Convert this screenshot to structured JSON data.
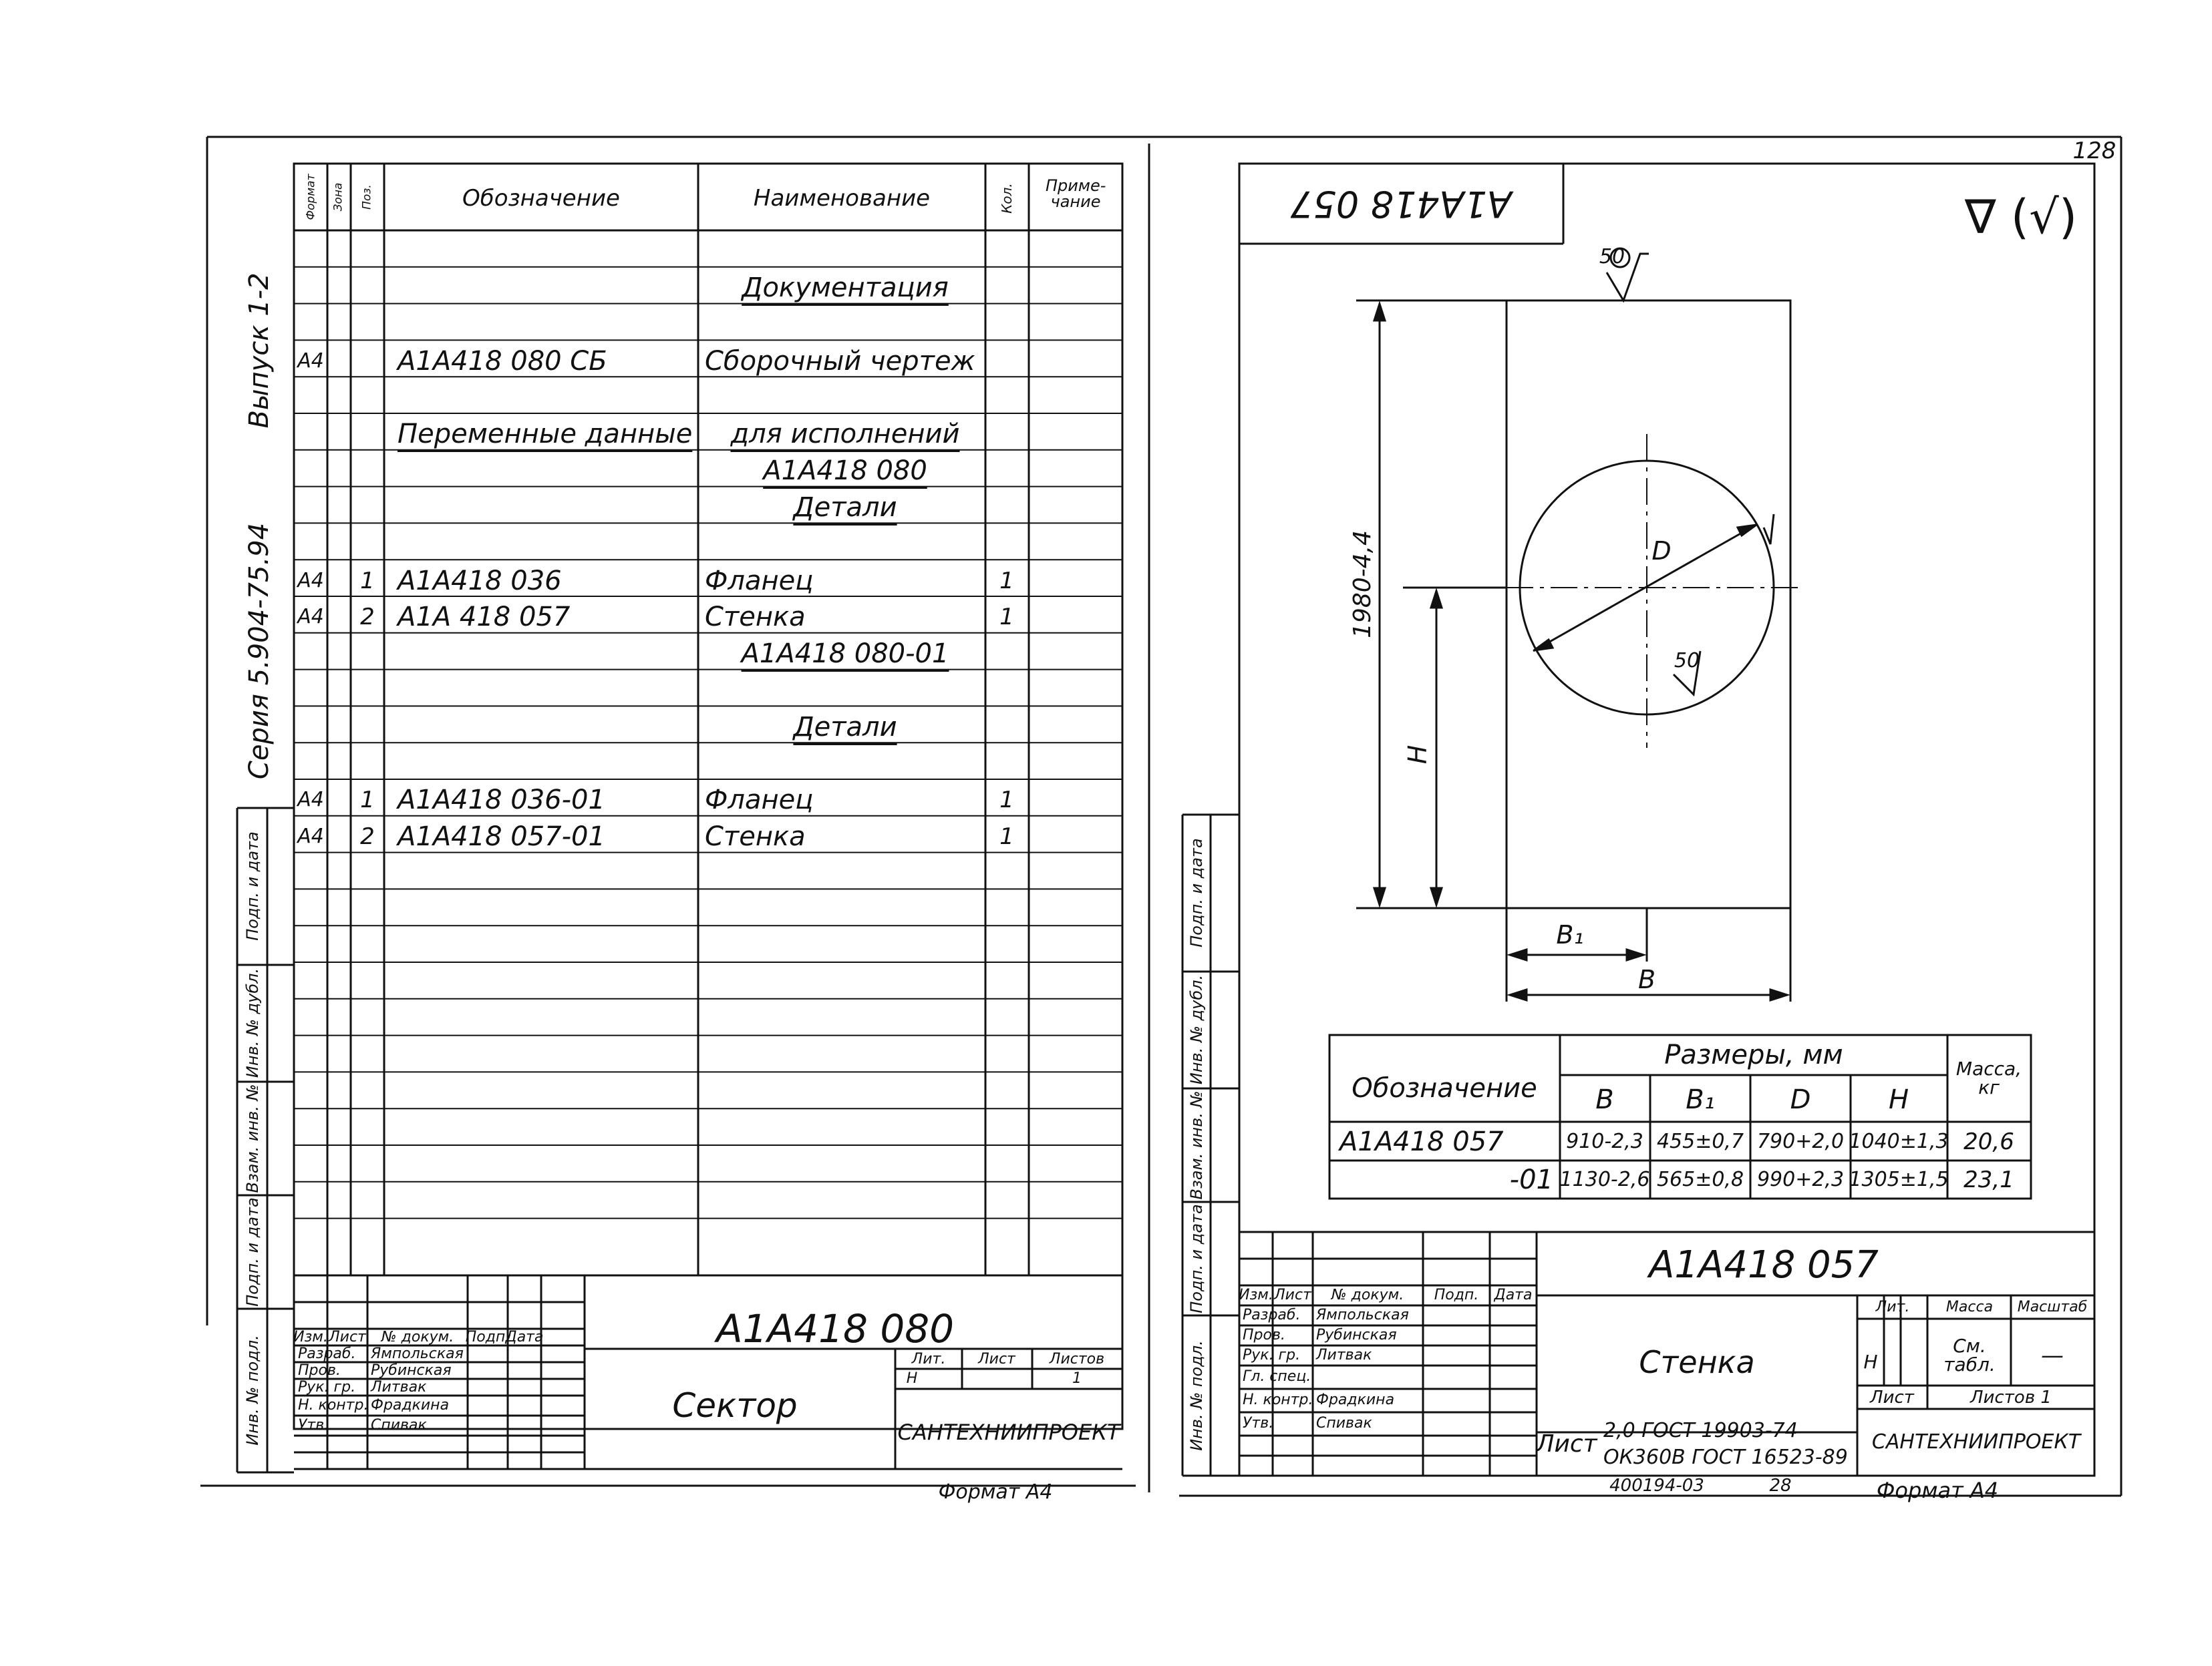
{
  "page_number": "128",
  "left_sheet": {
    "series": "Серия 5.904-75.94",
    "issue": "Выпуск 1-2",
    "spec_headers": {
      "format": "Формат",
      "zone": "Зона",
      "pos": "Поз.",
      "designation": "Обозначение",
      "name": "Наименование",
      "qty": "Кол.",
      "note": "Приме- чание"
    },
    "rows": [
      {
        "format": "",
        "pos": "",
        "designation": "",
        "name": "Документация",
        "qty": "",
        "underline": true
      },
      {
        "format": "А4",
        "pos": "",
        "designation": "А1А418 080 СБ",
        "name": "Сборочный чертеж",
        "qty": ""
      },
      {
        "format": "",
        "pos": "",
        "designation": "Переменные данные",
        "name": "для исполнений",
        "qty": "",
        "underline": true
      },
      {
        "format": "",
        "pos": "",
        "designation": "",
        "name": "А1А418 080",
        "qty": "",
        "underline": true
      },
      {
        "format": "",
        "pos": "",
        "designation": "",
        "name": "Детали",
        "qty": "",
        "underline": true
      },
      {
        "format": "А4",
        "pos": "1",
        "designation": "А1А418 036",
        "name": "Фланец",
        "qty": "1"
      },
      {
        "format": "А4",
        "pos": "2",
        "designation": "А1А 418 057",
        "name": "Стенка",
        "qty": "1"
      },
      {
        "format": "",
        "pos": "",
        "designation": "",
        "name": "А1А418 080-01",
        "qty": "",
        "underline": true
      },
      {
        "format": "",
        "pos": "",
        "designation": "",
        "name": "Детали",
        "qty": "",
        "underline": true
      },
      {
        "format": "А4",
        "pos": "1",
        "designation": "А1А418 036-01",
        "name": "Фланец",
        "qty": "1"
      },
      {
        "format": "А4",
        "pos": "2",
        "designation": "А1А418 057-01",
        "name": "Стенка",
        "qty": "1"
      }
    ],
    "side_labels": [
      "Подп. и дата",
      "Инв. № дубл.",
      "Взам. инв. №",
      "Подп. и дата",
      "Инв. № подл."
    ],
    "title_block": {
      "head": [
        "Изм.",
        "Лист",
        "№ докум.",
        "Подп.",
        "Дата"
      ],
      "roles": [
        "Разраб.",
        "Пров.",
        "Рук. гр.",
        "Н. контр.",
        "Утв."
      ],
      "people": [
        "Ямпольская",
        "Рубинская",
        "Литвак",
        "Фрадкина",
        "Спивак"
      ],
      "code": "А1А418 080",
      "name": "Сектор",
      "lit_label": "Лит.",
      "sheet_label": "Лист",
      "sheets_label": "Листов",
      "lit": "Н",
      "sheets": "1",
      "org": "САНТЕХНИИПРОЕКТ",
      "format": "Формат А4"
    }
  },
  "right_sheet": {
    "stamp_code": "А1А418 057",
    "roughness": "∇ (√)",
    "drawing": {
      "roughness_top": "50",
      "roughness_side": "50",
      "dim_height": "1980-4,4",
      "dim_h": "H",
      "dim_b1": "B₁",
      "dim_b": "B",
      "dim_d": "D"
    },
    "table": {
      "col_designation": "Обозначение",
      "sizes_header": "Размеры, мм",
      "mass_header": "Масса, кг",
      "cols": [
        "B",
        "B₁",
        "D",
        "H"
      ],
      "rows": [
        {
          "designation": "А1А418 057",
          "B": "910-2,3",
          "B1": "455±0,7",
          "D": "790+2,0",
          "H": "1040±1,3",
          "mass": "20,6"
        },
        {
          "designation": "-01",
          "B": "1130-2,6",
          "B1": "565±0,8",
          "D": "990+2,3",
          "H": "1305±1,5",
          "mass": "23,1"
        }
      ]
    },
    "side_labels": [
      "Подп. и дата",
      "Инв. № дубл.",
      "Взам. инв. №",
      "Подп. и дата",
      "Инв. № подл."
    ],
    "title_block": {
      "head": [
        "Изм.",
        "Лист",
        "№ докум.",
        "Подп.",
        "Дата"
      ],
      "roles": [
        "Разраб.",
        "Пров.",
        "Рук. гр.",
        "Гл. спец.",
        "Н. контр.",
        "Утв."
      ],
      "people": [
        "Ямпольская",
        "Рубинская",
        "Литвак",
        "",
        "Фрадкина",
        "Спивак"
      ],
      "code": "А1А418 057",
      "name": "Стенка",
      "lit_label": "Лит.",
      "mass_label": "Масса",
      "scale_label": "Масштаб",
      "lit": "Н",
      "mass": "См. табл.",
      "scale": "—",
      "sheet_label": "Лист",
      "sheets_label": "Листов 1",
      "material_label": "Лист",
      "material_top": "2,0 ГОСТ 19903-74",
      "material_bottom": "ОК360В ГОСТ 16523-89",
      "org": "САНТЕХНИИПРОЕКТ",
      "inv": "400194-03",
      "page": "28",
      "format": "Формат А4"
    }
  }
}
